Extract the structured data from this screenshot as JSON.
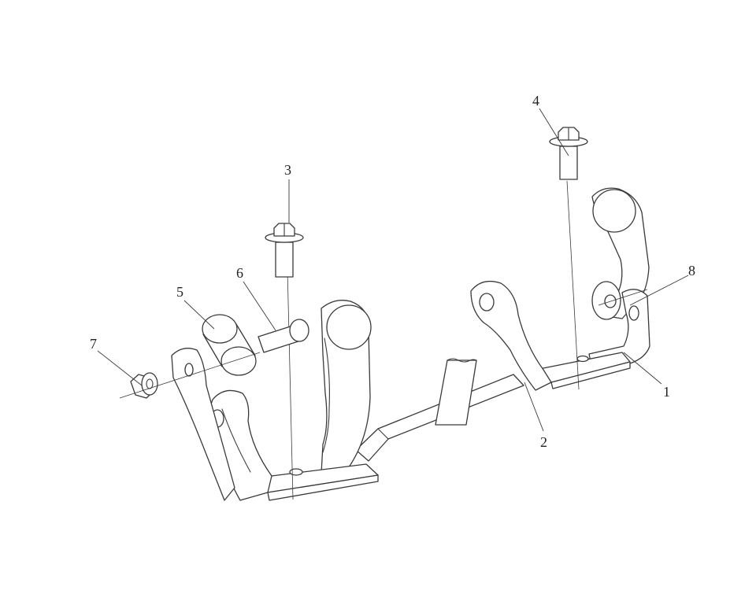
{
  "diagram": {
    "callouts": [
      {
        "id": "1",
        "label": "1"
      },
      {
        "id": "2",
        "label": "2"
      },
      {
        "id": "3",
        "label": "3"
      },
      {
        "id": "4",
        "label": "4"
      },
      {
        "id": "5",
        "label": "5"
      },
      {
        "id": "6",
        "label": "6"
      },
      {
        "id": "7",
        "label": "7"
      },
      {
        "id": "8",
        "label": "8"
      }
    ],
    "colors": {
      "line": "#3a3a3a",
      "background": "#ffffff",
      "text": "#222222"
    }
  }
}
